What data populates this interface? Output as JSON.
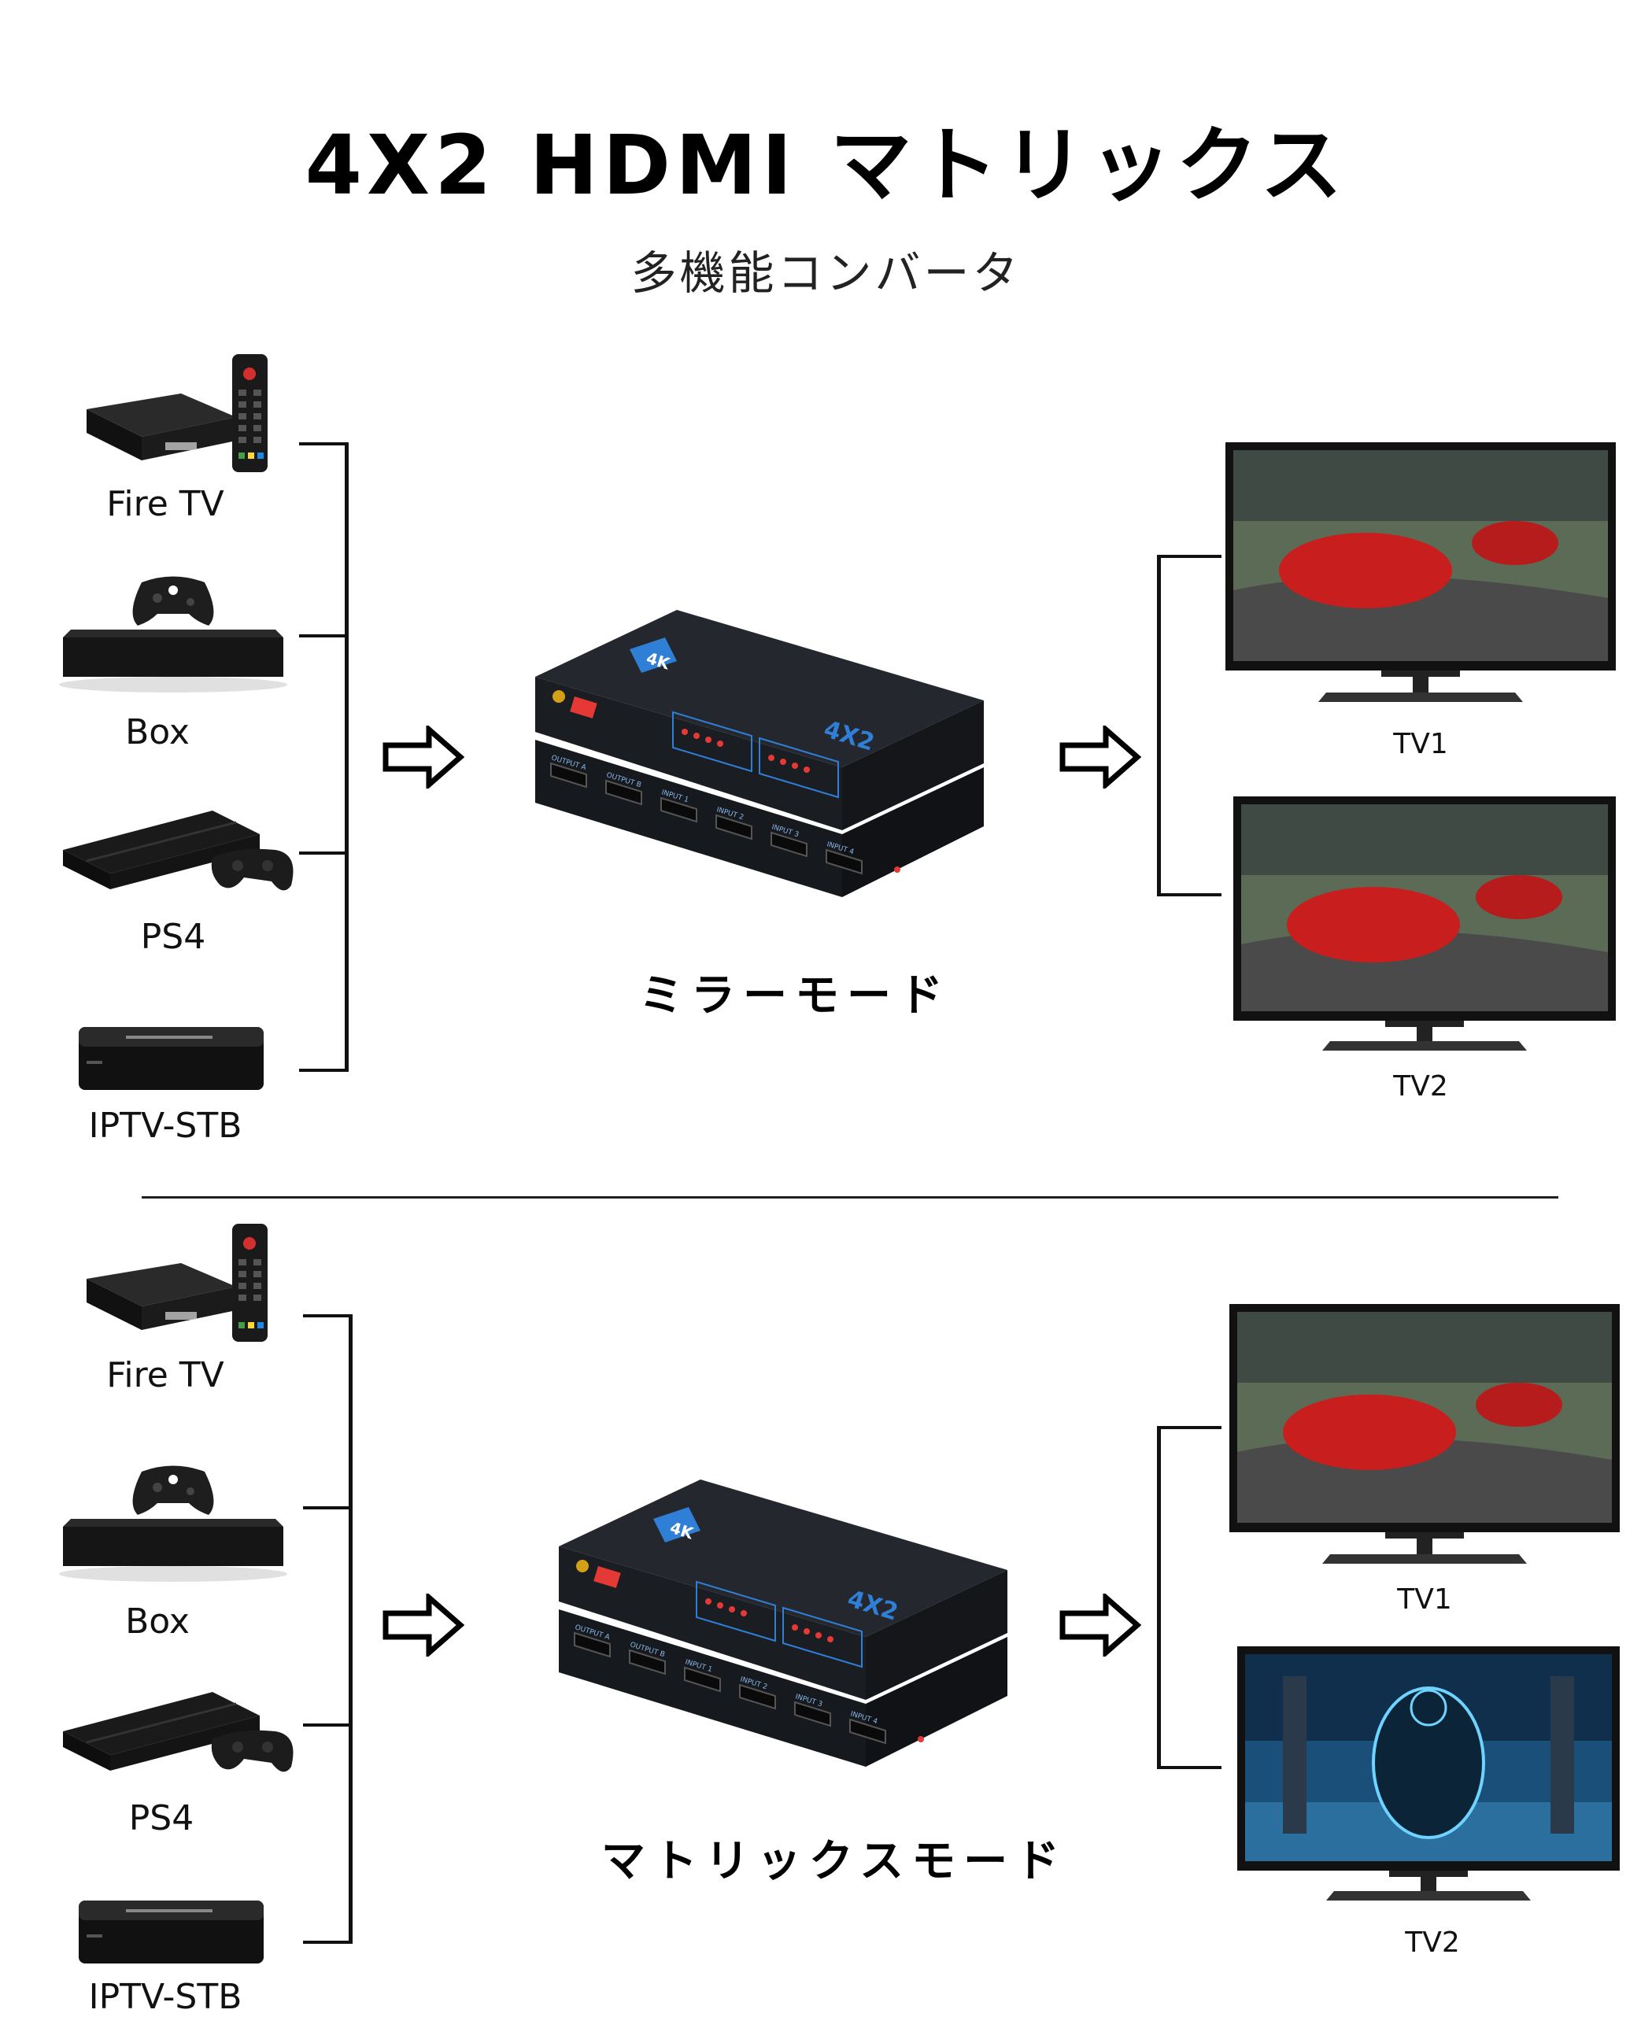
{
  "header": {
    "title": "4X2 HDMI マトリックス",
    "subtitle": "多機能コンバータ"
  },
  "device": {
    "badge": "4K",
    "model": "4X2",
    "ports": [
      "OUTPUT A",
      "OUTPUT B",
      "INPUT 1",
      "INPUT 2",
      "INPUT 3",
      "INPUT 4"
    ]
  },
  "sections": [
    {
      "mode": "ミラーモード",
      "sources": [
        "Fire TV",
        "Box",
        "PS4",
        "IPTV-STB"
      ],
      "tvs": [
        "TV1",
        "TV2"
      ]
    },
    {
      "mode": "マトリックスモード",
      "sources": [
        "Fire TV",
        "Box",
        "PS4",
        "IPTV-STB"
      ],
      "tvs": [
        "TV1",
        "TV2"
      ]
    }
  ],
  "colors": {
    "accent": "#2f7fd6",
    "led": "#e53935",
    "device_body": "#1c1f24"
  }
}
